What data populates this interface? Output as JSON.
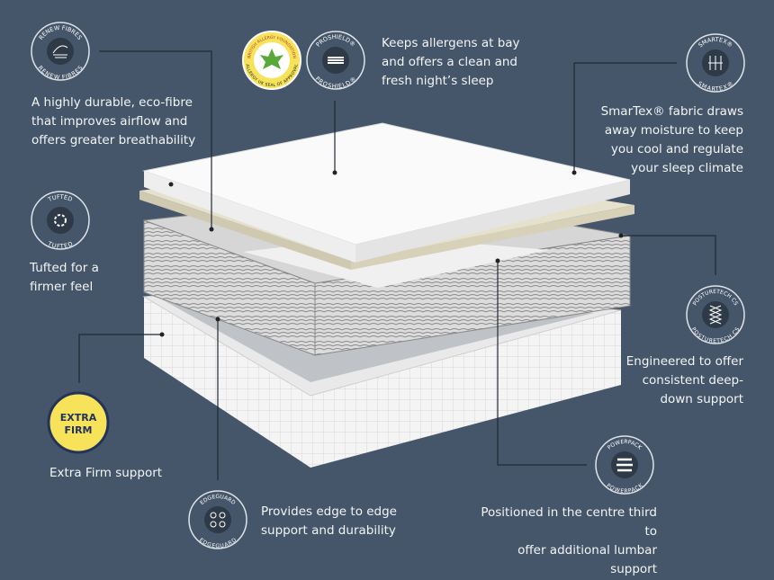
{
  "colors": {
    "background": "#46566a",
    "badge_fill": "#2f3a48",
    "yellow": "#f6e35a",
    "navy": "#24335a"
  },
  "badges": {
    "renew_fibres": "RENEW FIBRES",
    "allergy_top": "BRITISH ALLERGY FOUNDATION",
    "allergy_bottom": "ALLERGY UK SEAL OF APPROVAL",
    "proshield": "PROSHIELD®",
    "smartex": "SMARTEX®",
    "tufted": "TUFTED",
    "posturetech": "POSTURETECH CS",
    "extra_firm_line1": "EXTRA",
    "extra_firm_line2": "FIRM",
    "powerpack": "POWERPACK",
    "edgeguard": "EDGEGUARD"
  },
  "features": {
    "renew_fibres": [
      "A highly durable, eco-fibre",
      "that improves airflow and",
      "offers greater breathability"
    ],
    "allergy": [
      "Keeps allergens at bay",
      "and offers a clean and",
      "fresh night’s sleep"
    ],
    "smartex": [
      "SmarTex® fabric draws",
      "away moisture to keep",
      "you cool and regulate",
      "your sleep climate"
    ],
    "tufted": [
      "Tufted for a",
      "firmer feel"
    ],
    "posturetech": [
      "Engineered to offer",
      "consistent deep-",
      "down support"
    ],
    "extra_firm": [
      "Extra Firm support"
    ],
    "edgeguard": [
      "Provides edge to edge",
      "support and durability"
    ],
    "powerpack": [
      "Positioned in the centre third to",
      "offer additional lumbar support"
    ]
  }
}
